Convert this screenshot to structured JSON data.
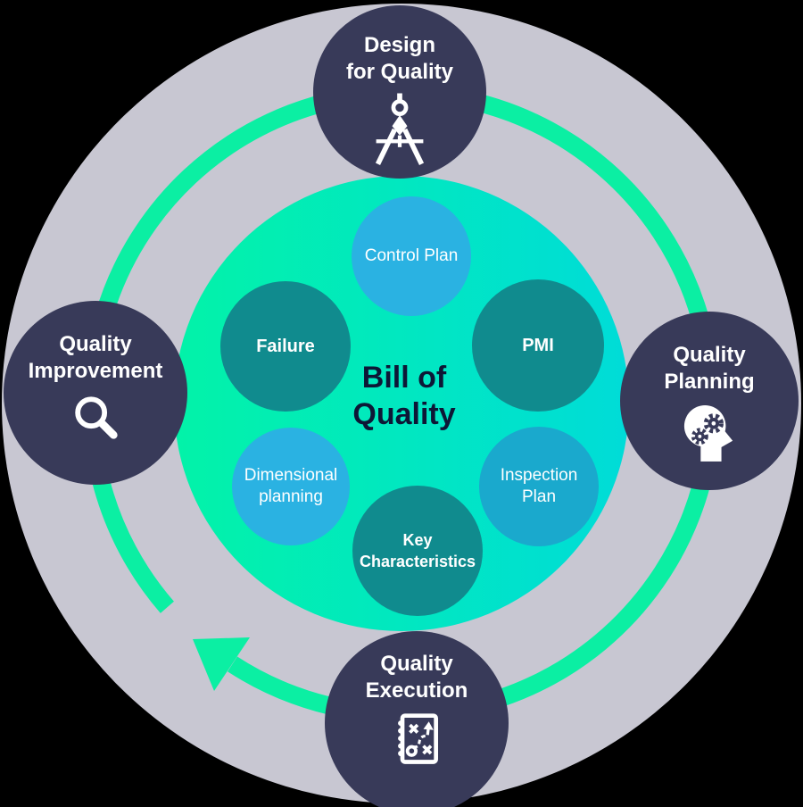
{
  "diagram_title": "Bill of Quality",
  "center": {
    "line1": "Bill of",
    "line2": "Quality"
  },
  "outer_nodes": {
    "design": {
      "line1": "Design",
      "line2": "for Quality",
      "icon": "drafting-compass-icon"
    },
    "planning": {
      "line1": "Quality",
      "line2": "Planning",
      "icon": "head-with-gears-icon"
    },
    "execution": {
      "line1": "Quality",
      "line2": "Execution",
      "icon": "strategy-plan-icon"
    },
    "improvement": {
      "line1": "Quality",
      "line2": "Improvement",
      "icon": "magnifying-glass-icon"
    }
  },
  "inner_nodes": {
    "control_plan": {
      "label": "Control Plan"
    },
    "failure": {
      "label": "Failure"
    },
    "pmi": {
      "label": "PMI"
    },
    "dimensional_planning": {
      "line1": "Dimensional",
      "line2": "planning"
    },
    "inspection_plan": {
      "line1": "Inspection",
      "line2": "Plan"
    },
    "key_characteristics": {
      "line1": "Key",
      "line2": "Characteristics"
    }
  },
  "flow_arrow": {
    "direction": "clockwise",
    "color": "#0BEFA3"
  },
  "colors": {
    "background": "#000000",
    "outer_circle_gray": "#C8C7D2",
    "navy_node": "#383A59",
    "inner_gradient_left": "#02F3A8",
    "inner_gradient_right": "#00DCD8",
    "teal_node": "#108B8E",
    "blue_node": "#2AB2E2",
    "inspection_blue_node": "#1AA9CD",
    "center_text": "#0D1736",
    "node_text": "#FFFFFF"
  }
}
